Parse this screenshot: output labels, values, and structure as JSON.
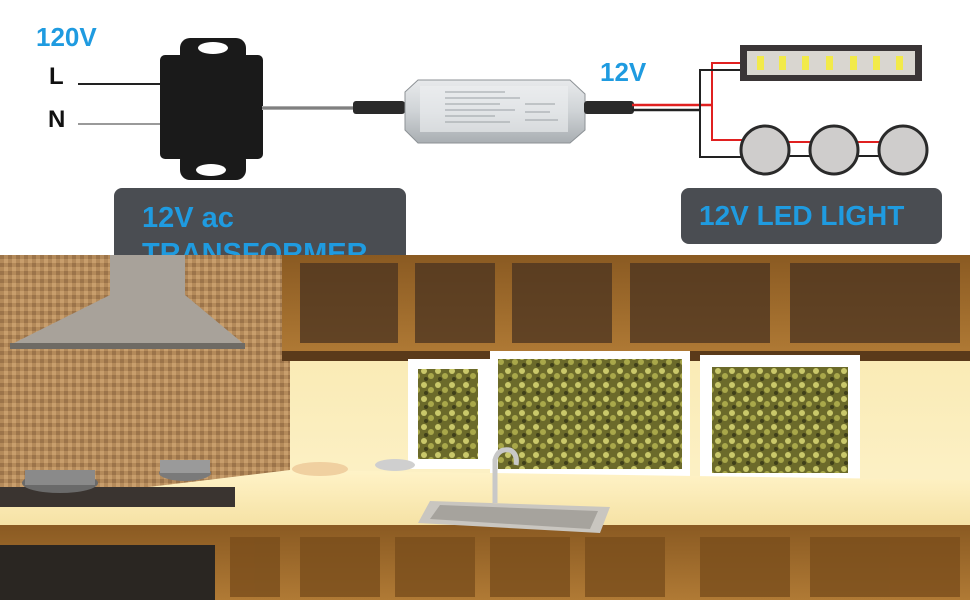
{
  "diagram": {
    "input_voltage": "120V",
    "line_label": "L",
    "neutral_label": "N",
    "output_voltage": "12V",
    "transformer_caption_line1": "12V ac",
    "transformer_caption_line2": "TRANSFORMER",
    "led_caption": "12V LED LIGHT"
  },
  "colors": {
    "label_blue": "#1f9be0",
    "caption_bg": "#4a4d52",
    "wire_red": "#e02020",
    "wire_black": "#222222",
    "wire_grey": "#9a9a9a"
  },
  "icons": [
    "transformer-icon",
    "led-driver-icon",
    "led-strip-icon",
    "puck-light-icon",
    "kitchen-photo"
  ]
}
